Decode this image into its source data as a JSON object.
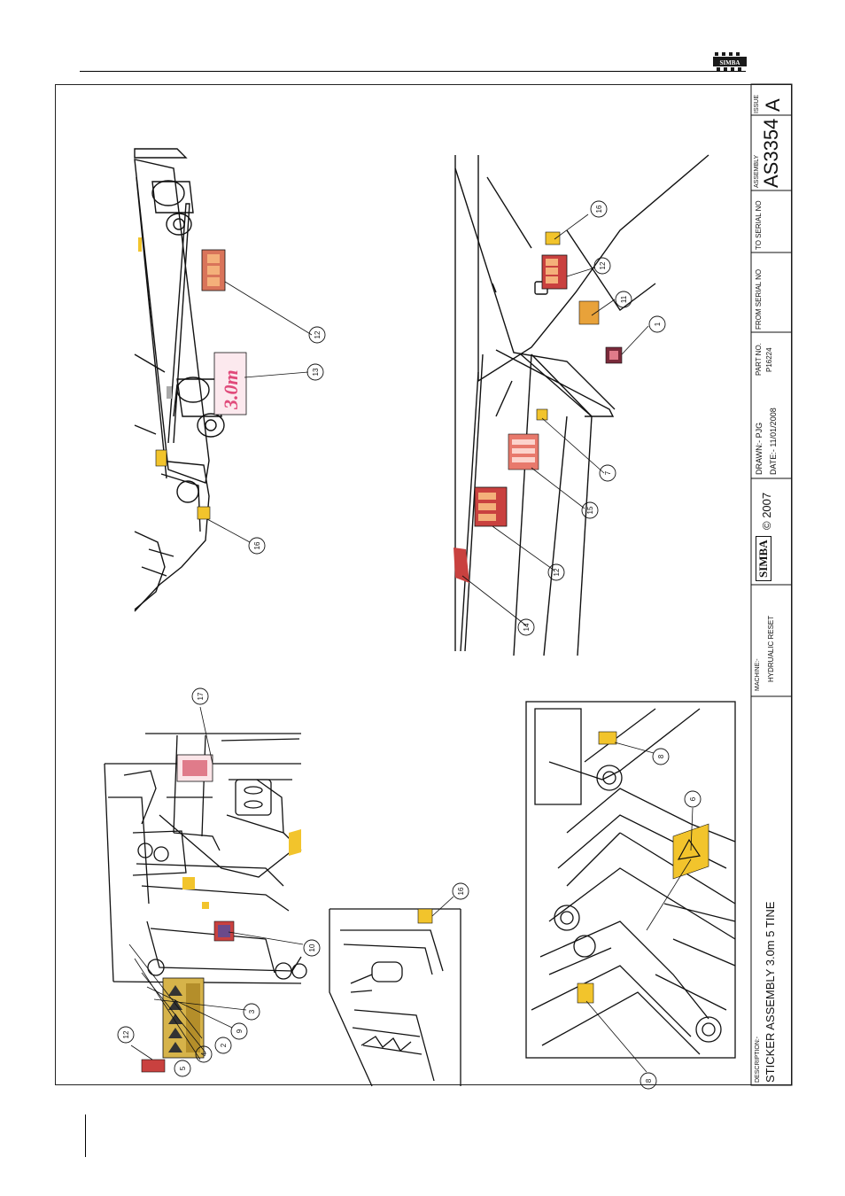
{
  "header": {
    "brand": "SIMBA"
  },
  "title_block": {
    "description_label": "DESCRIPTION:-",
    "description": "STICKER ASSEMBLY 3.0m 5 TINE",
    "machine_label": "MACHINE:-",
    "machine": "HYDRUALIC RESET",
    "logo_text": "SIMBA",
    "copyright": "© 2007",
    "drawn": "DRAWN:- PJG",
    "date": "DATE:- 11/01/2008",
    "part_no_label": "PART NO.",
    "part_no": "P16224",
    "from_serial_label": "FROM SERIAL NO",
    "to_serial_label": "TO SERIAL NO",
    "assembly_label": "ASSEMBLY",
    "assembly": "AS3354",
    "issue_label": "ISSUE",
    "issue": "A"
  },
  "stickers": {
    "width_text": "3.0m"
  },
  "callouts": [
    "1",
    "2",
    "3",
    "4",
    "5",
    "6",
    "7",
    "8",
    "8",
    "9",
    "10",
    "11",
    "12",
    "12",
    "12",
    "12",
    "13",
    "14",
    "15",
    "16",
    "16",
    "16",
    "17"
  ],
  "colors": {
    "sticker_yellow": "#f2c42c",
    "sticker_red": "#c9413f",
    "sticker_pink": "#e07b8a",
    "sticker_orange": "#e8a23a",
    "line": "#111111"
  }
}
